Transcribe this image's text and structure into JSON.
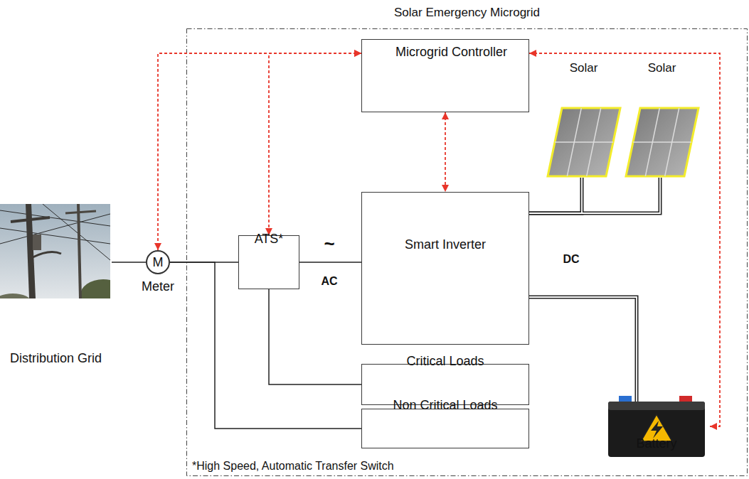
{
  "diagram": {
    "nodes": [
      {
        "text": [
          "Solar Emergency Microgrid"
        ]
      },
      {
        "text": [
          "Microgrid Controller"
        ],
        "in": 0
      },
      {
        "text": [
          "Solar"
        ],
        "in": 0
      },
      {
        "text": [
          "Solar"
        ],
        "in": 0
      },
      {
        "text": [
          "Distribution Grid"
        ]
      },
      {
        "text": [
          "M",
          "Meter"
        ]
      },
      {
        "text": [
          "ATS*"
        ],
        "in": 0
      },
      {
        "text": [
          "Smart Inverter"
        ],
        "in": 0
      },
      {
        "text": [
          "Critical Loads"
        ],
        "in": 0
      },
      {
        "text": [
          "Non Critical Loads"
        ],
        "in": 0
      },
      {
        "text": [
          "Battery"
        ],
        "in": 0
      }
    ],
    "edges": [
      {
        "from": 4,
        "to": 5,
        "arrow": "none"
      },
      {
        "from": 5,
        "to": 6,
        "arrow": "none"
      },
      {
        "from": 5,
        "to": 9,
        "arrow": "none"
      },
      {
        "from": 6,
        "to": 7,
        "arrow": "none"
      },
      {
        "from": 6,
        "to": 8,
        "arrow": "none"
      },
      {
        "from": 2,
        "to": 7,
        "arrow": "none"
      },
      {
        "from": 3,
        "to": 7,
        "arrow": "none"
      },
      {
        "from": 7,
        "to": 10,
        "arrow": "none"
      },
      {
        "from": 1,
        "to": 7,
        "arrow": "both"
      },
      {
        "from": 1,
        "to": 5,
        "arrow": "both"
      },
      {
        "from": 1,
        "to": 6,
        "arrow": "both"
      },
      {
        "from": 1,
        "to": 10,
        "arrow": "both"
      }
    ],
    "labels": [
      "~",
      "AC",
      "DC",
      "*High Speed, Automatic Transfer Switch"
    ]
  }
}
